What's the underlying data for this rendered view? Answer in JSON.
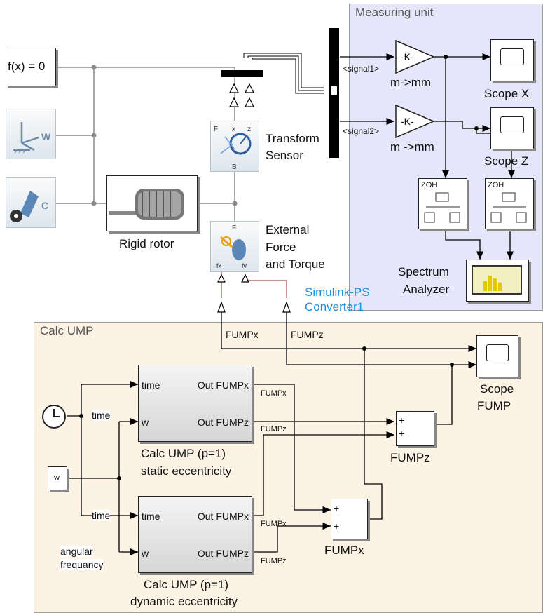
{
  "regions": {
    "measuring": {
      "title": "Measuring unit",
      "fill": "#e6e6fa"
    },
    "calc": {
      "title": "Calc UMP",
      "fill": "#fdf3e4"
    }
  },
  "blocks": {
    "fx": "f(x) = 0",
    "rotor": "Rigid rotor",
    "transform": {
      "line1": "Transform",
      "line2": "Sensor",
      "ports": [
        "F",
        "x",
        "z",
        "B"
      ]
    },
    "external": {
      "line1": "External",
      "line2": "Force",
      "line3": "and Torque",
      "ports": [
        "F",
        "fx",
        "fy"
      ]
    },
    "converter": {
      "line1": "Simulink-PS",
      "line2": "Converter1"
    },
    "gain_x": {
      "text": "-K-",
      "label": "m->mm"
    },
    "gain_z": {
      "text": "-K-",
      "label": "m ->mm"
    },
    "scope_x": "Scope X",
    "scope_z": "Scope Z",
    "zoh1": "ZOH",
    "zoh2": "ZOH",
    "spectrum": {
      "line1": "Spectrum",
      "line2": "Analyzer"
    },
    "clock_time_label": "time",
    "w_const": "w",
    "sub_static": {
      "in1": "time",
      "in2": "w",
      "out1": "Out FUMPx",
      "out2": "Out FUMPz",
      "line1": "Calc UMP (p=1)",
      "line2": "static eccentricity"
    },
    "sub_dynamic": {
      "in1": "time",
      "in2": "w",
      "out1": "Out FUMPx",
      "out2": "Out FUMPz",
      "line1": "Calc UMP (p=1)",
      "line2": "dynamic eccentricity"
    },
    "sum_z": {
      "label": "FUMPz",
      "signs": [
        "+",
        "+"
      ]
    },
    "sum_x": {
      "label": "FUMPx",
      "signs": [
        "+",
        "+"
      ]
    },
    "scope_fump": {
      "line1": "Scope",
      "line2": "FUMP"
    }
  },
  "signals": {
    "signal1": "<signal1>",
    "signal2": "<signal2>",
    "fumpx_top": "FUMPx",
    "fumpz_top": "FUMPz",
    "static_fumpx": "FUMPx",
    "static_fumpz": "FUMPz",
    "dynamic_fumpx": "FUMPx",
    "dynamic_fumpz": "FUMPz",
    "time_in": "time",
    "angular_1": "angular",
    "angular_2": "frequancy"
  },
  "colors": {
    "wire": "#000000",
    "physical": "#8a8a8a",
    "ps_link": "#b07070"
  }
}
